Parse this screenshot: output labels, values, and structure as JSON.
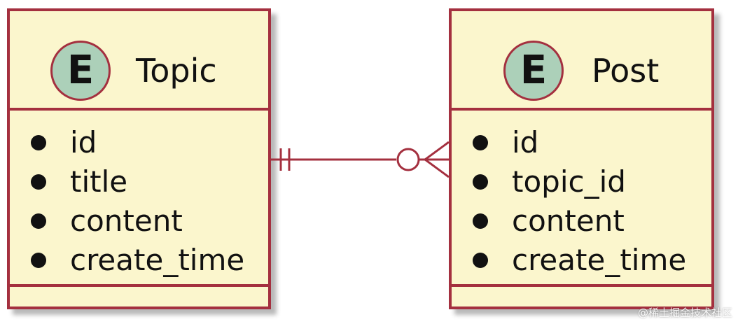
{
  "entities": [
    {
      "id": "topic",
      "stereotype": "E",
      "name": "Topic",
      "attributes": [
        "id",
        "title",
        "content",
        "create_time"
      ]
    },
    {
      "id": "post",
      "stereotype": "E",
      "name": "Post",
      "attributes": [
        "id",
        "topic_id",
        "content",
        "create_time"
      ]
    }
  ],
  "relationship": {
    "from": "Topic",
    "to": "Post",
    "from_cardinality": "exactly one",
    "to_cardinality": "zero or many"
  },
  "colors": {
    "border": "#a4303f",
    "entity_fill": "#fbf6cd",
    "badge_fill": "#acd0b9"
  },
  "watermark": "@稀土掘金技术社区"
}
